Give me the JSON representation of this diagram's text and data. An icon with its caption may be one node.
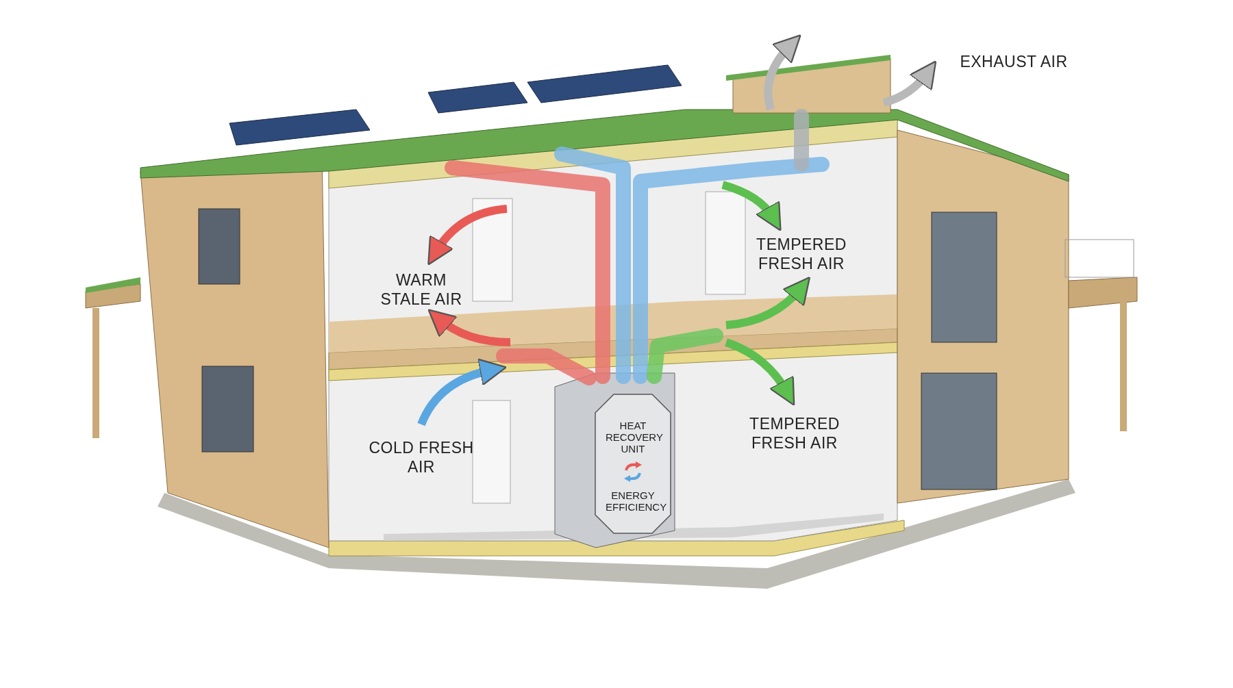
{
  "diagram": {
    "nodes": [
      {
        "text": [
          "HEAT RECOVERY UNIT",
          "ENERGY EFFICIENCY"
        ]
      }
    ],
    "edges": [],
    "labels": [
      "EXHAUST AIR",
      "TEMPERED FRESH AIR",
      "WARM STALE AIR",
      "TEMPERED FRESH AIR",
      "COLD FRESH AIR"
    ]
  }
}
